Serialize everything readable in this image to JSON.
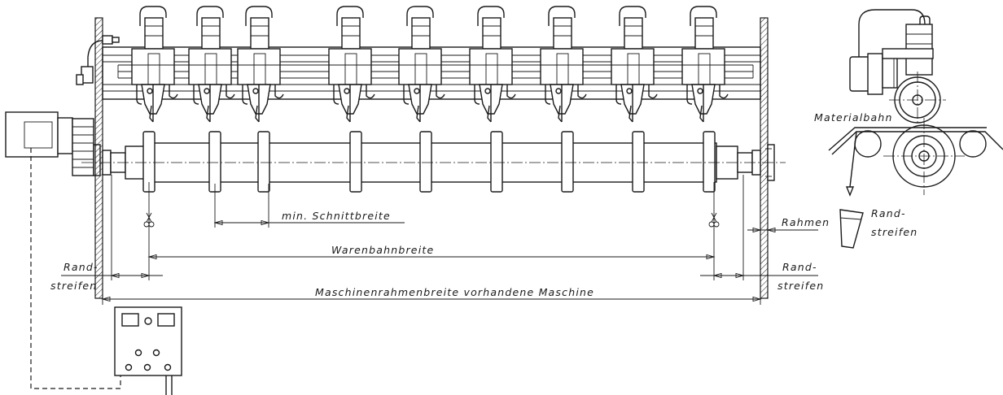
{
  "labels": {
    "min_cut_width": "min. Schnittbreite",
    "web_width": "Warenbahnbreite",
    "machine_frame_width": "Maschinenrahmenbreite vorhandene Maschine",
    "edge_strip_left_line1": "Rand-",
    "edge_strip_left_line2": "streifen",
    "edge_strip_right_line1": "Rand-",
    "edge_strip_right_line2": "streifen",
    "frame": "Rahmen",
    "material_web": "Materialbahn",
    "side_edge_strip_line1": "Rand-",
    "side_edge_strip_line2": "streifen"
  },
  "components": {
    "cutter_heads": 9,
    "knife_rings": 9,
    "scissors_marks": 2
  }
}
